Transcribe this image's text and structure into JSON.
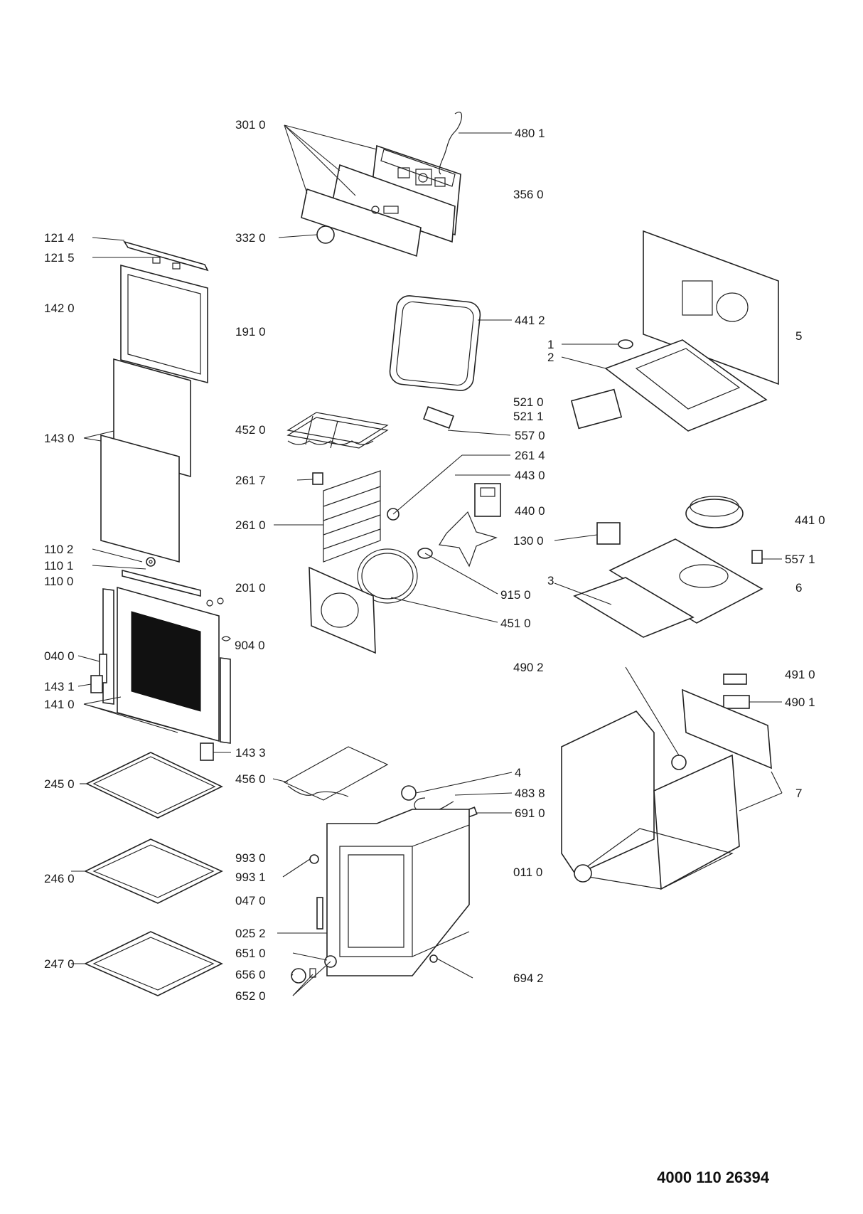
{
  "document_number": "4000 110 26394",
  "labels": [
    {
      "id": "l-301-0",
      "text": "301 0"
    },
    {
      "id": "l-480-1",
      "text": "480 1"
    },
    {
      "id": "l-356-0",
      "text": "356 0"
    },
    {
      "id": "l-121-4",
      "text": "121 4"
    },
    {
      "id": "l-121-5",
      "text": "121 5"
    },
    {
      "id": "l-332-0",
      "text": "332 0"
    },
    {
      "id": "l-142-0",
      "text": "142 0"
    },
    {
      "id": "l-441-2",
      "text": "441 2"
    },
    {
      "id": "l-191-0",
      "text": "191 0"
    },
    {
      "id": "l-5",
      "text": "5"
    },
    {
      "id": "l-1",
      "text": "1"
    },
    {
      "id": "l-2",
      "text": "2"
    },
    {
      "id": "l-521-0",
      "text": "521 0"
    },
    {
      "id": "l-521-1",
      "text": "521 1"
    },
    {
      "id": "l-452-0",
      "text": "452 0"
    },
    {
      "id": "l-557-0",
      "text": "557 0"
    },
    {
      "id": "l-143-0",
      "text": "143 0"
    },
    {
      "id": "l-261-4",
      "text": "261 4"
    },
    {
      "id": "l-443-0",
      "text": "443 0"
    },
    {
      "id": "l-261-7",
      "text": "261 7"
    },
    {
      "id": "l-440-0",
      "text": "440 0"
    },
    {
      "id": "l-261-0",
      "text": "261 0"
    },
    {
      "id": "l-441-0",
      "text": "441 0"
    },
    {
      "id": "l-130-0",
      "text": "130 0"
    },
    {
      "id": "l-110-2",
      "text": "110 2"
    },
    {
      "id": "l-557-1",
      "text": "557 1"
    },
    {
      "id": "l-110-1",
      "text": "110 1"
    },
    {
      "id": "l-110-0",
      "text": "110 0"
    },
    {
      "id": "l-3",
      "text": "3"
    },
    {
      "id": "l-201-0",
      "text": "201 0"
    },
    {
      "id": "l-6",
      "text": "6"
    },
    {
      "id": "l-915-0",
      "text": "915 0"
    },
    {
      "id": "l-451-0",
      "text": "451 0"
    },
    {
      "id": "l-904-0",
      "text": "904 0"
    },
    {
      "id": "l-040-0",
      "text": "040 0"
    },
    {
      "id": "l-490-2",
      "text": "490 2"
    },
    {
      "id": "l-491-0",
      "text": "491 0"
    },
    {
      "id": "l-143-1",
      "text": "143 1"
    },
    {
      "id": "l-490-1",
      "text": "490 1"
    },
    {
      "id": "l-141-0",
      "text": "141 0"
    },
    {
      "id": "l-143-3",
      "text": "143 3"
    },
    {
      "id": "l-245-0",
      "text": "245 0"
    },
    {
      "id": "l-4",
      "text": "4"
    },
    {
      "id": "l-456-0",
      "text": "456 0"
    },
    {
      "id": "l-483-8",
      "text": "483 8"
    },
    {
      "id": "l-7",
      "text": "7"
    },
    {
      "id": "l-691-0",
      "text": "691 0"
    },
    {
      "id": "l-993-0",
      "text": "993 0"
    },
    {
      "id": "l-993-1",
      "text": "993 1"
    },
    {
      "id": "l-011-0",
      "text": "011 0"
    },
    {
      "id": "l-246-0",
      "text": "246 0"
    },
    {
      "id": "l-047-0",
      "text": "047 0"
    },
    {
      "id": "l-025-2",
      "text": "025 2"
    },
    {
      "id": "l-651-0",
      "text": "651 0"
    },
    {
      "id": "l-247-0",
      "text": "247 0"
    },
    {
      "id": "l-656-0",
      "text": "656 0"
    },
    {
      "id": "l-694-2",
      "text": "694 2"
    },
    {
      "id": "l-652-0",
      "text": "652 0"
    }
  ]
}
